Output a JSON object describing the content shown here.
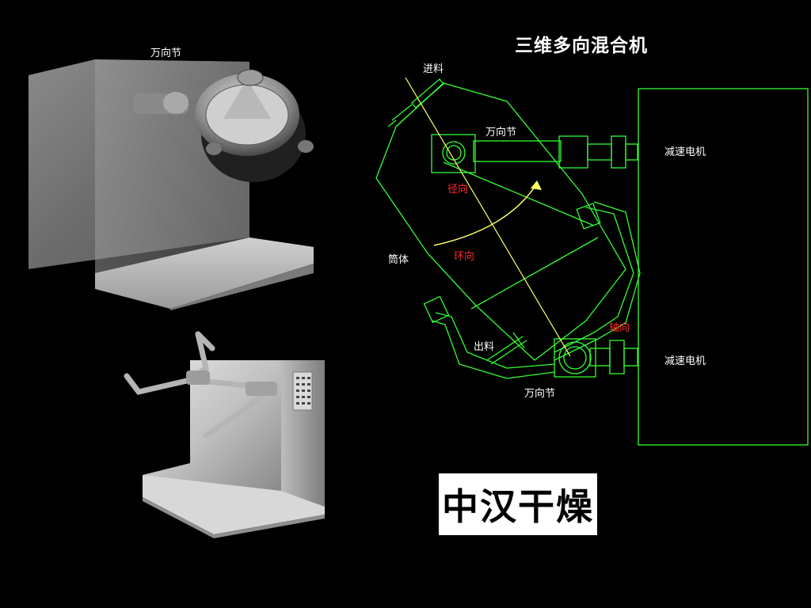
{
  "title": "三维多向混合机",
  "brand": "中汉干燥",
  "render_labels": {
    "universal_joint_top": "万向节",
    "diagram_universal_joint_top": "万向节",
    "diagram_universal_joint_bottom": "万向节",
    "inlet": "进料",
    "outlet": "出料",
    "drum": "筒体",
    "reducer_motor_top": "减速电机",
    "reducer_motor_bottom": "减速电机",
    "radial": "径向",
    "circumferential": "环向",
    "axial": "轴向"
  },
  "colors": {
    "background": "#000000",
    "schematic_line": "#33ff33",
    "axis_line": "#ffff66",
    "direction_label": "#ff2a2a"
  }
}
